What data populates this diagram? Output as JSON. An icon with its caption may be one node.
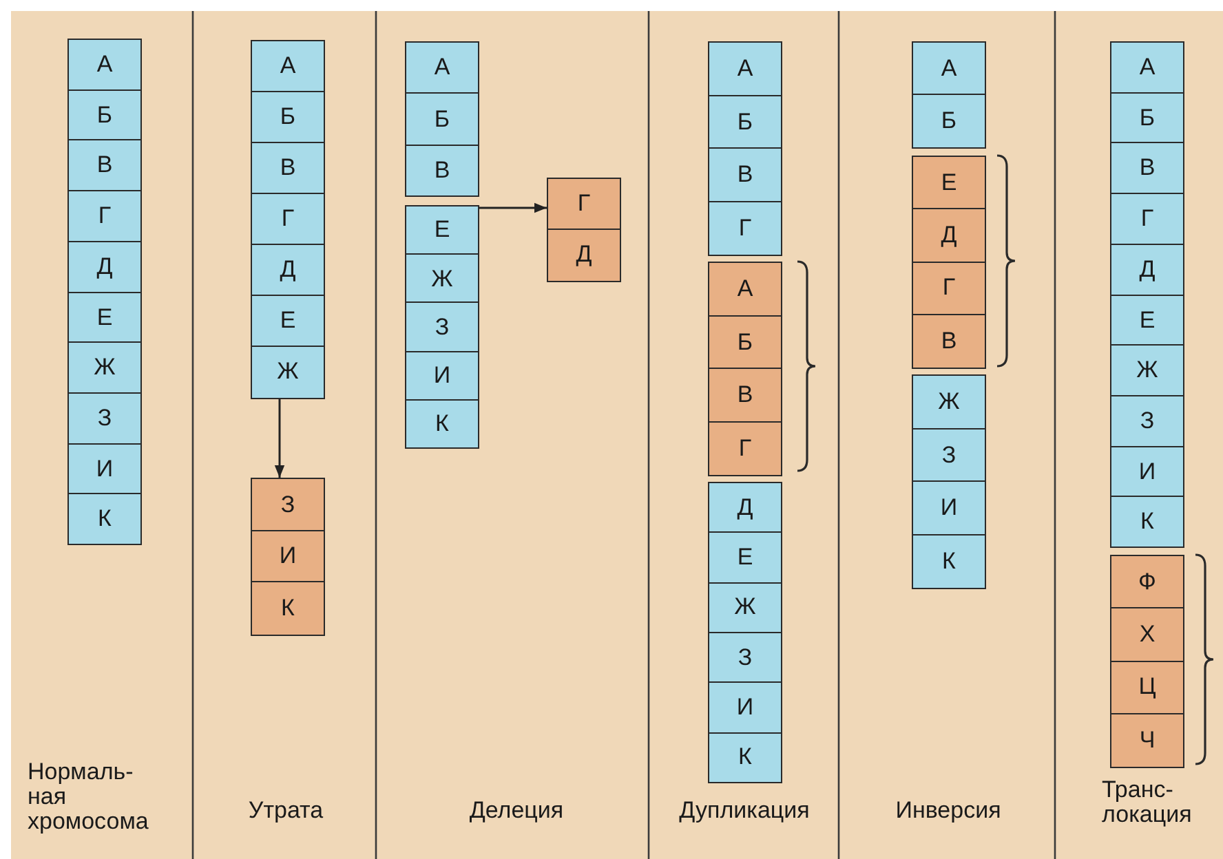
{
  "diagram": {
    "nodes": [
      {
        "text": [
          "А"
        ]
      },
      {
        "text": [
          "Б"
        ]
      },
      {
        "text": [
          "В"
        ]
      },
      {
        "text": [
          "Г"
        ]
      },
      {
        "text": [
          "Д"
        ]
      },
      {
        "text": [
          "Е"
        ]
      },
      {
        "text": [
          "Ж"
        ]
      },
      {
        "text": [
          "З"
        ]
      },
      {
        "text": [
          "И"
        ]
      },
      {
        "text": [
          "К"
        ]
      },
      {
        "text": [
          "А"
        ]
      },
      {
        "text": [
          "Б"
        ]
      },
      {
        "text": [
          "В"
        ]
      },
      {
        "text": [
          "Г"
        ]
      },
      {
        "text": [
          "Д"
        ]
      },
      {
        "text": [
          "Е"
        ]
      },
      {
        "text": [
          "Ж"
        ]
      },
      {
        "text": [
          "З"
        ]
      },
      {
        "text": [
          "И"
        ]
      },
      {
        "text": [
          "К"
        ]
      },
      {
        "text": [
          "А"
        ]
      },
      {
        "text": [
          "Б"
        ]
      },
      {
        "text": [
          "В"
        ]
      },
      {
        "text": [
          "Е"
        ]
      },
      {
        "text": [
          "Ж"
        ]
      },
      {
        "text": [
          "З"
        ]
      },
      {
        "text": [
          "И"
        ]
      },
      {
        "text": [
          "К"
        ]
      },
      {
        "text": [
          "Г"
        ]
      },
      {
        "text": [
          "Д"
        ]
      },
      {
        "text": [
          "А"
        ]
      },
      {
        "text": [
          "Б"
        ]
      },
      {
        "text": [
          "В"
        ]
      },
      {
        "text": [
          "Г"
        ]
      },
      {
        "text": [
          "А"
        ]
      },
      {
        "text": [
          "Б"
        ]
      },
      {
        "text": [
          "В"
        ]
      },
      {
        "text": [
          "Г"
        ]
      },
      {
        "text": [
          "Д"
        ]
      },
      {
        "text": [
          "Е"
        ]
      },
      {
        "text": [
          "Ж"
        ]
      },
      {
        "text": [
          "З"
        ]
      },
      {
        "text": [
          "И"
        ]
      },
      {
        "text": [
          "К"
        ]
      },
      {
        "text": [
          "А"
        ]
      },
      {
        "text": [
          "Б"
        ]
      },
      {
        "text": [
          "Е"
        ]
      },
      {
        "text": [
          "Д"
        ]
      },
      {
        "text": [
          "Г"
        ]
      },
      {
        "text": [
          "В"
        ]
      },
      {
        "text": [
          "Ж"
        ]
      },
      {
        "text": [
          "З"
        ]
      },
      {
        "text": [
          "И"
        ]
      },
      {
        "text": [
          "К"
        ]
      },
      {
        "text": [
          "А"
        ]
      },
      {
        "text": [
          "Б"
        ]
      },
      {
        "text": [
          "В"
        ]
      },
      {
        "text": [
          "Г"
        ]
      },
      {
        "text": [
          "Д"
        ]
      },
      {
        "text": [
          "Е"
        ]
      },
      {
        "text": [
          "Ж"
        ]
      },
      {
        "text": [
          "З"
        ]
      },
      {
        "text": [
          "И"
        ]
      },
      {
        "text": [
          "К"
        ]
      },
      {
        "text": [
          "Ф"
        ]
      },
      {
        "text": [
          "Х"
        ]
      },
      {
        "text": [
          "Ц"
        ]
      },
      {
        "text": [
          "Ч"
        ]
      }
    ],
    "edges": [
      {
        "from": 16,
        "to": 17,
        "arrow": "to"
      },
      {
        "from": 23,
        "to": 28,
        "arrow": "to"
      }
    ],
    "labels": [
      "Нормаль- ная хромосома",
      "Утрата",
      "Делеция",
      "Дупликация",
      "Инверсия",
      "Транс- локация"
    ]
  }
}
